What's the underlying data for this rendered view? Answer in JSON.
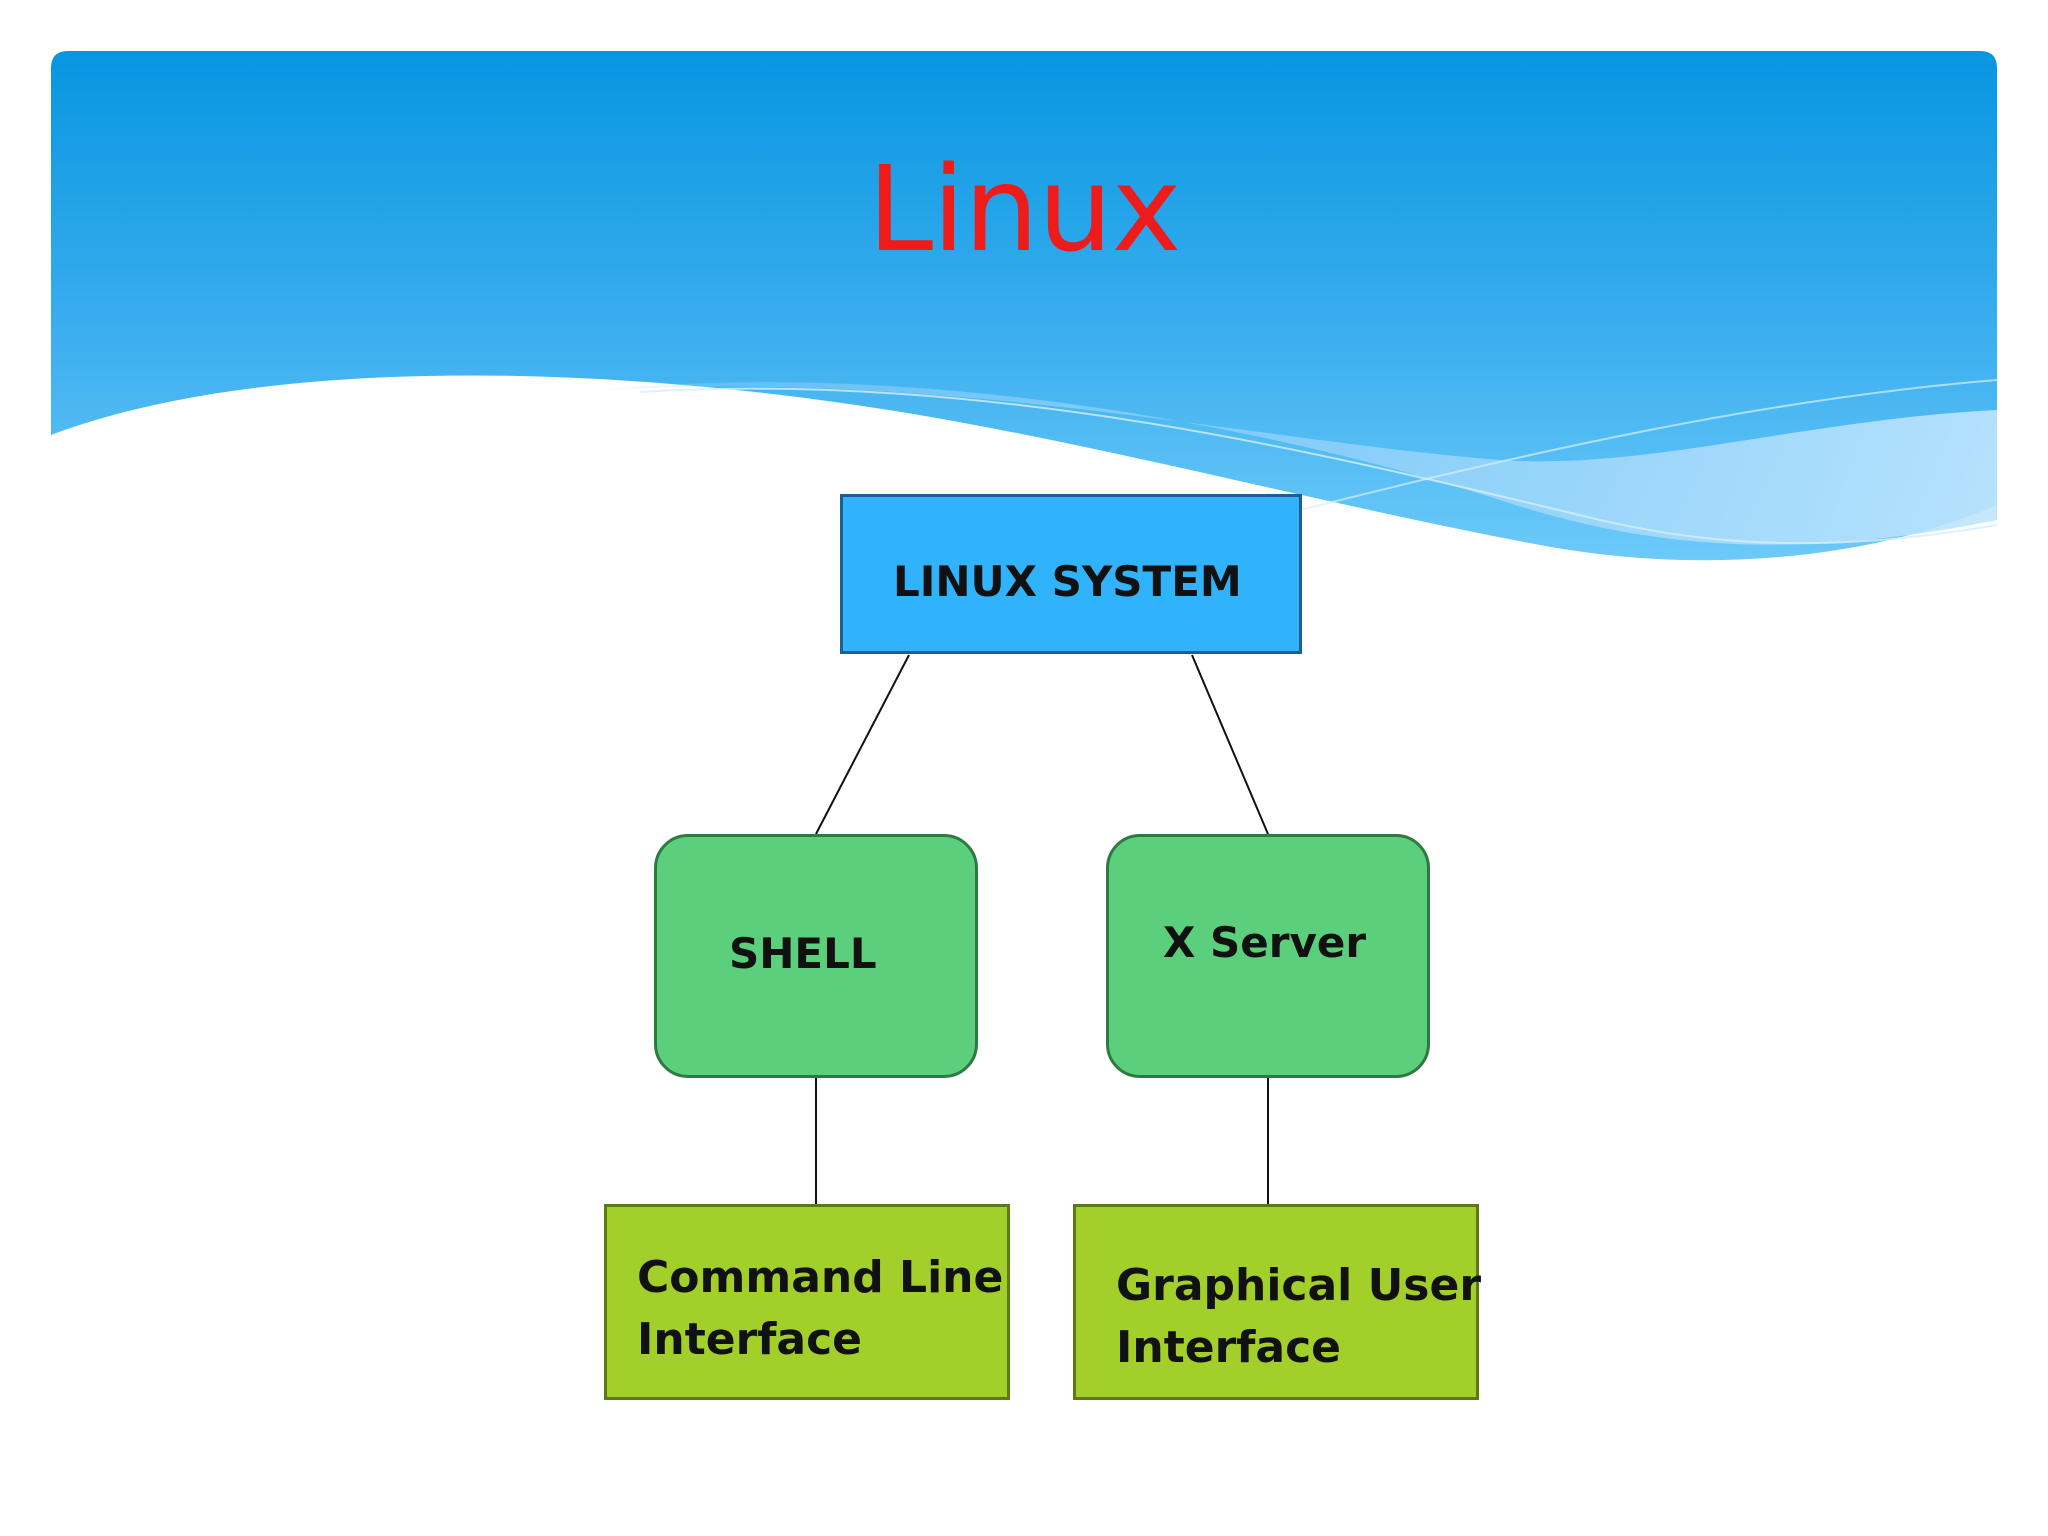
{
  "slide": {
    "title": "Linux"
  },
  "diagram": {
    "root": {
      "label": "LINUX SYSTEM"
    },
    "shell": {
      "label": "SHELL"
    },
    "xserver": {
      "label": "X Server"
    },
    "cli": {
      "line1": "Command Line",
      "line2": "Interface"
    },
    "gui": {
      "line1": "Graphical User",
      "line2": "Interface"
    }
  },
  "colors": {
    "title": "#ee1b1b",
    "header_top": "#0796e0",
    "header_bottom": "#5cc0f5",
    "root_fill": "#31b3fb",
    "mid_fill": "#5bcf7b",
    "leaf_fill": "#a3cf2b"
  }
}
